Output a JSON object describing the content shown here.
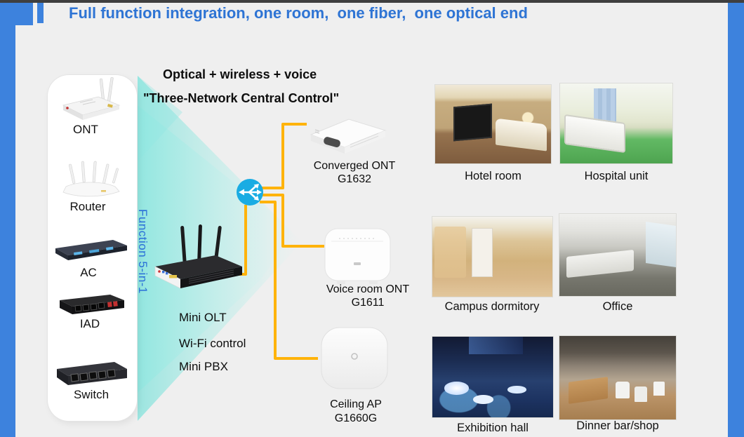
{
  "slide": {
    "title": "Full function integration, one room,  one fiber,  one optical end",
    "colors": {
      "title_blue": "#2E74D4",
      "accent_blue": "#3D82DD",
      "fiber_line_yellow": "#FFB30A",
      "splitter_hub_cyan": "#19ACE3",
      "funnel_teal": "#7FE3DC",
      "background": "#EFEFEF"
    }
  },
  "left_panel": {
    "funnel_label": "Function 5-in-1",
    "devices": [
      {
        "label": "ONT"
      },
      {
        "label": "Router"
      },
      {
        "label": "AC"
      },
      {
        "label": "IAD"
      },
      {
        "label": "Switch"
      }
    ]
  },
  "center": {
    "headline_line1": "Optical + wireless + voice",
    "headline_line2": "\"Three-Network Central Control\"",
    "gateway_features": [
      "Mini OLT",
      "Wi-Fi control",
      "Mini PBX"
    ],
    "hub_icon": "optical-splitter-icon"
  },
  "endpoints": [
    {
      "name": "Converged ONT",
      "model": "G1632"
    },
    {
      "name": "Voice room ONT",
      "model": "G1611"
    },
    {
      "name": "Ceiling AP",
      "model": "G1660G"
    }
  ],
  "scenes": [
    {
      "caption": "Hotel room"
    },
    {
      "caption": "Hospital unit"
    },
    {
      "caption": "Campus dormitory"
    },
    {
      "caption": "Office"
    },
    {
      "caption": "Exhibition hall"
    },
    {
      "caption": "Dinner bar/shop"
    }
  ]
}
